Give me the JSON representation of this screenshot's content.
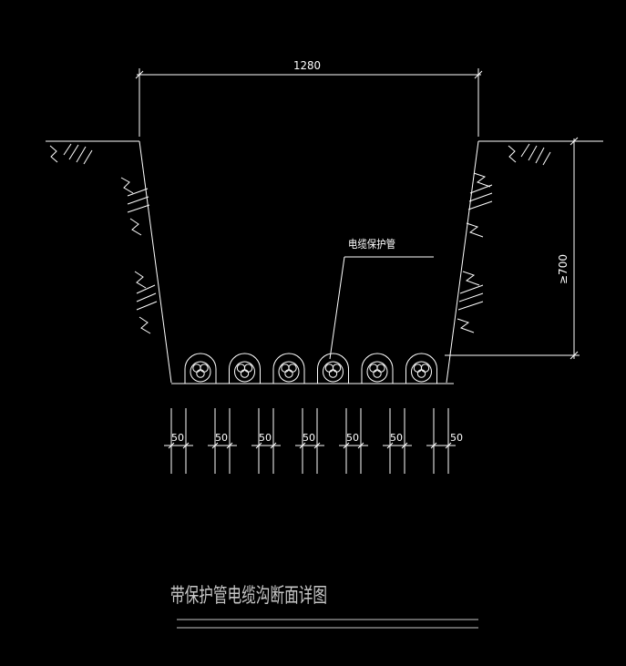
{
  "drawing": {
    "top_width_label": "1280",
    "depth_label": "≥700",
    "pipe_label": "电缆保护管",
    "spacing_labels": [
      "50",
      "50",
      "50",
      "50",
      "50",
      "50",
      "50"
    ],
    "title": "带保护管电缆沟断面详图"
  },
  "pipes": {
    "count": 6,
    "cables_per_pipe": 3
  },
  "colors": {
    "background": "#000000",
    "lines": "#ffffff",
    "title": "#c8c8c8"
  }
}
